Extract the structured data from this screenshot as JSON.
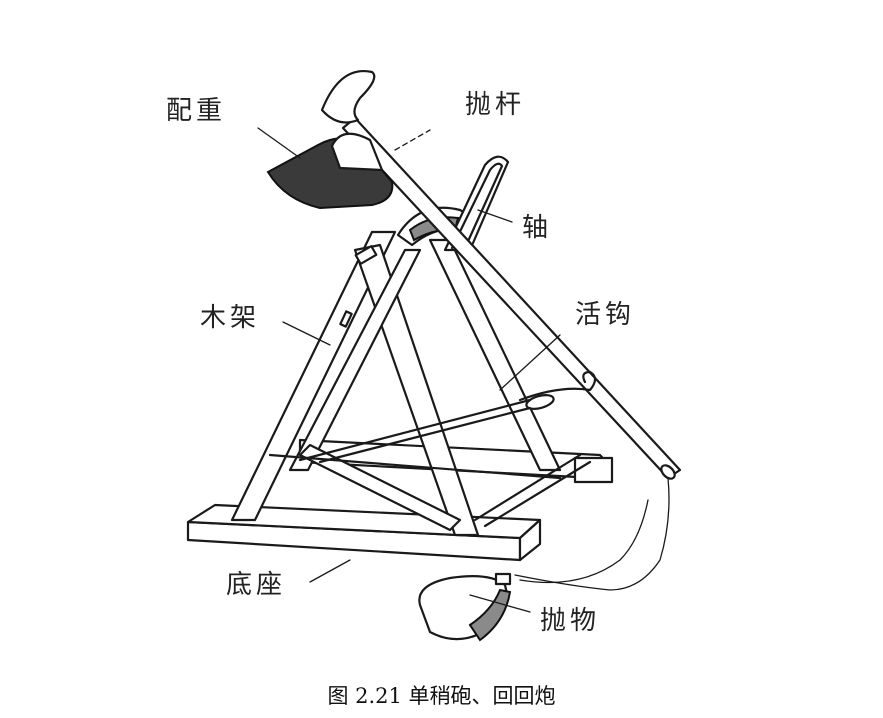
{
  "figure": {
    "subject": "trebuchet diagram",
    "labels": {
      "counterweight": "配重",
      "throwing_arm": "抛杆",
      "axle": "轴",
      "wooden_frame": "木架",
      "live_hook": "活钩",
      "base": "底座",
      "projectile": "抛物"
    },
    "caption": "图 2.21 单稍砲、回回炮"
  },
  "colors": {
    "background": "#ffffff",
    "ink": "#1a1a1a"
  }
}
